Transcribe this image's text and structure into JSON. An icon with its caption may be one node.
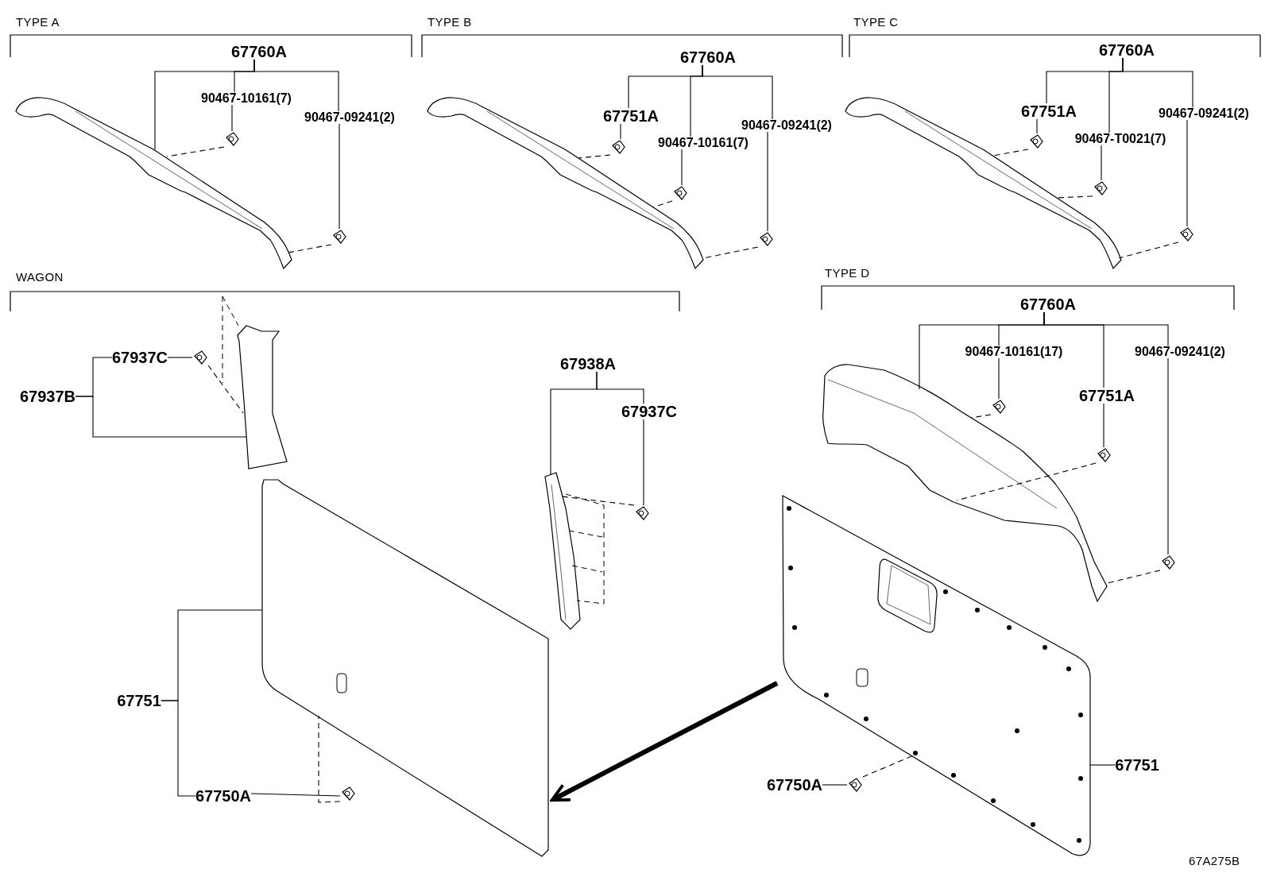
{
  "diagram": {
    "nodes": [
      {
        "text": [
          "67760A"
        ]
      },
      {
        "text": [
          "90467-10161(7)"
        ]
      },
      {
        "text": [
          "90467-09241(2)"
        ]
      },
      {
        "text": [],
        "shape": "picture"
      },
      {
        "text": [],
        "shape": "picture"
      },
      {
        "text": [],
        "shape": "picture"
      },
      {
        "text": [
          "67760A"
        ]
      },
      {
        "text": [
          "67751A"
        ]
      },
      {
        "text": [
          "90467-10161(7)"
        ]
      },
      {
        "text": [
          "90467-09241(2)"
        ]
      },
      {
        "text": [],
        "shape": "picture"
      },
      {
        "text": [],
        "shape": "picture"
      },
      {
        "text": [],
        "shape": "picture"
      },
      {
        "text": [],
        "shape": "picture"
      },
      {
        "text": [
          "67760A"
        ]
      },
      {
        "text": [
          "67751A"
        ]
      },
      {
        "text": [
          "90467-T0021(7)"
        ]
      },
      {
        "text": [
          "90467-09241(2)"
        ]
      },
      {
        "text": [],
        "shape": "picture"
      },
      {
        "text": [],
        "shape": "picture"
      },
      {
        "text": [],
        "shape": "picture"
      },
      {
        "text": [],
        "shape": "picture"
      },
      {
        "text": [
          "67937C"
        ]
      },
      {
        "text": [
          "67937B"
        ]
      },
      {
        "text": [],
        "shape": "picture"
      },
      {
        "text": [],
        "shape": "picture"
      },
      {
        "text": [
          "67938A"
        ]
      },
      {
        "text": [
          "67937C"
        ]
      },
      {
        "text": [],
        "shape": "picture"
      },
      {
        "text": [],
        "shape": "picture"
      },
      {
        "text": [
          "67751"
        ]
      },
      {
        "text": [],
        "shape": "picture"
      },
      {
        "text": [
          "67750A"
        ]
      },
      {
        "text": [],
        "shape": "picture"
      },
      {
        "text": [
          "67760A"
        ]
      },
      {
        "text": [
          "90467-10161(17)"
        ]
      },
      {
        "text": [
          "67751A"
        ]
      },
      {
        "text": [
          "90467-09241(2)"
        ]
      },
      {
        "text": [],
        "shape": "picture"
      },
      {
        "text": [],
        "shape": "picture"
      },
      {
        "text": [],
        "shape": "picture"
      },
      {
        "text": [],
        "shape": "picture"
      },
      {
        "text": [],
        "shape": "picture"
      },
      {
        "text": [
          "67751"
        ]
      },
      {
        "text": [
          "67750A"
        ]
      },
      {
        "text": [],
        "shape": "picture"
      }
    ],
    "edges": [
      {
        "from": 0,
        "to": 3,
        "arrow": "none"
      },
      {
        "from": 0,
        "to": 1,
        "arrow": "none"
      },
      {
        "from": 0,
        "to": 2,
        "arrow": "none"
      },
      {
        "from": 1,
        "to": 4,
        "arrow": "none"
      },
      {
        "from": 2,
        "to": 5,
        "arrow": "none"
      },
      {
        "from": 4,
        "to": 3,
        "arrow": "none",
        "style": "dashed"
      },
      {
        "from": 5,
        "to": 3,
        "arrow": "none",
        "style": "dashed"
      },
      {
        "from": 6,
        "to": 7,
        "arrow": "none"
      },
      {
        "from": 6,
        "to": 8,
        "arrow": "none"
      },
      {
        "from": 6,
        "to": 9,
        "arrow": "none"
      },
      {
        "from": 7,
        "to": 11,
        "arrow": "none"
      },
      {
        "from": 8,
        "to": 12,
        "arrow": "none"
      },
      {
        "from": 9,
        "to": 13,
        "arrow": "none"
      },
      {
        "from": 11,
        "to": 10,
        "arrow": "none",
        "style": "dashed"
      },
      {
        "from": 12,
        "to": 10,
        "arrow": "none",
        "style": "dashed"
      },
      {
        "from": 13,
        "to": 10,
        "arrow": "none",
        "style": "dashed"
      },
      {
        "from": 14,
        "to": 15,
        "arrow": "none"
      },
      {
        "from": 14,
        "to": 16,
        "arrow": "none"
      },
      {
        "from": 14,
        "to": 17,
        "arrow": "none"
      },
      {
        "from": 15,
        "to": 19,
        "arrow": "none"
      },
      {
        "from": 16,
        "to": 20,
        "arrow": "none"
      },
      {
        "from": 17,
        "to": 21,
        "arrow": "none"
      },
      {
        "from": 19,
        "to": 18,
        "arrow": "none",
        "style": "dashed"
      },
      {
        "from": 20,
        "to": 18,
        "arrow": "none",
        "style": "dashed"
      },
      {
        "from": 21,
        "to": 18,
        "arrow": "none",
        "style": "dashed"
      },
      {
        "from": 23,
        "to": 22,
        "arrow": "none"
      },
      {
        "from": 23,
        "to": 24,
        "arrow": "none"
      },
      {
        "from": 22,
        "to": 25,
        "arrow": "none"
      },
      {
        "from": 25,
        "to": 24,
        "arrow": "none",
        "style": "dashed"
      },
      {
        "from": 26,
        "to": 28,
        "arrow": "none"
      },
      {
        "from": 26,
        "to": 27,
        "arrow": "none"
      },
      {
        "from": 27,
        "to": 29,
        "arrow": "none"
      },
      {
        "from": 29,
        "to": 28,
        "arrow": "none",
        "style": "dashed"
      },
      {
        "from": 30,
        "to": 31,
        "arrow": "none"
      },
      {
        "from": 30,
        "to": 32,
        "arrow": "none"
      },
      {
        "from": 32,
        "to": 33,
        "arrow": "none"
      },
      {
        "from": 33,
        "to": 31,
        "arrow": "none",
        "style": "dashed"
      },
      {
        "from": 34,
        "to": 38,
        "arrow": "none"
      },
      {
        "from": 34,
        "to": 35,
        "arrow": "none"
      },
      {
        "from": 34,
        "to": 36,
        "arrow": "none"
      },
      {
        "from": 34,
        "to": 37,
        "arrow": "none"
      },
      {
        "from": 35,
        "to": 39,
        "arrow": "none"
      },
      {
        "from": 36,
        "to": 40,
        "arrow": "none"
      },
      {
        "from": 37,
        "to": 41,
        "arrow": "none"
      },
      {
        "from": 39,
        "to": 38,
        "arrow": "none",
        "style": "dashed"
      },
      {
        "from": 40,
        "to": 38,
        "arrow": "none",
        "style": "dashed"
      },
      {
        "from": 41,
        "to": 38,
        "arrow": "none",
        "style": "dashed"
      },
      {
        "from": 43,
        "to": 42,
        "arrow": "none"
      },
      {
        "from": 44,
        "to": 45,
        "arrow": "none"
      },
      {
        "from": 45,
        "to": 42,
        "arrow": "none",
        "style": "dashed"
      },
      {
        "from": 42,
        "to": 31,
        "arrow": "to",
        "style": "thick"
      }
    ],
    "labels": [
      "TYPE A",
      "TYPE B",
      "TYPE C",
      "WAGON",
      "TYPE D",
      "67A275B"
    ]
  }
}
